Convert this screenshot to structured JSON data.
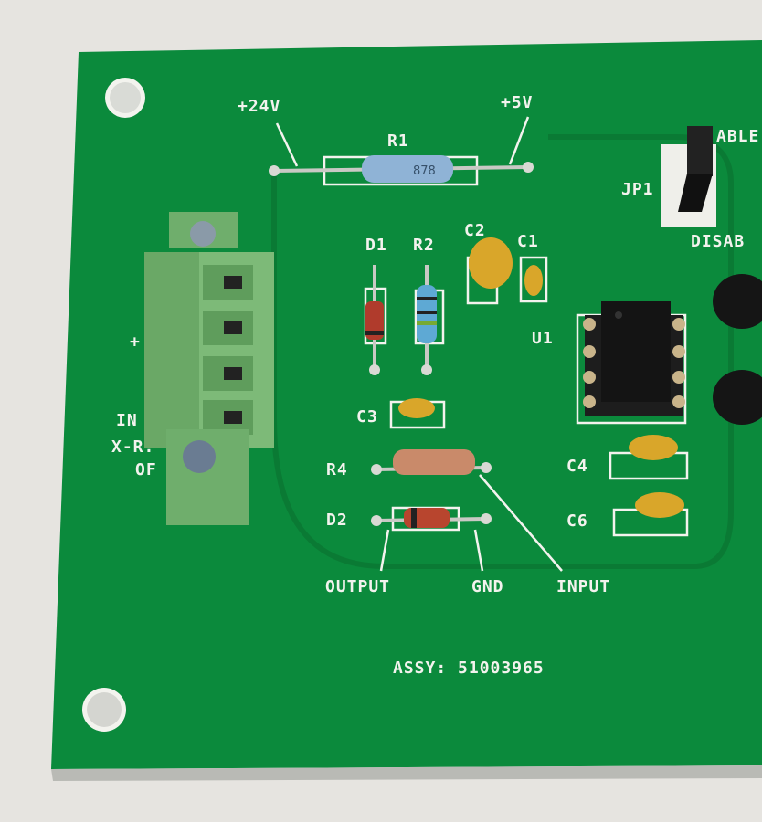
{
  "board": {
    "assy_label": "ASSY: 51003965",
    "labels": {
      "plus24v": "+24V",
      "plus5v": "+5V",
      "r1": "R1",
      "r1_marking": "878",
      "jp1": "JP1",
      "enable_partial": "ABLE",
      "disable_partial": "DISAB",
      "d1": "D1",
      "r2": "R2",
      "c2": "C2",
      "c1": "C1",
      "u1": "U1",
      "c3": "C3",
      "r4": "R4",
      "d2": "D2",
      "c4": "C4",
      "c6": "C6",
      "output": "OUTPUT",
      "gnd": "GND",
      "input": "INPUT",
      "left_plus": "+",
      "left_in": "IN",
      "left_xr": "X-R.",
      "left_of": "OF"
    },
    "colors": {
      "background": "#e6e4e0",
      "pcb": "#0b8a3c",
      "silkscreen": "#f3f3ee",
      "terminal_block": "#7dba78",
      "resistor_r1": "#8fb3d6",
      "capacitor": "#d9a62a",
      "ic": "#141414"
    }
  }
}
